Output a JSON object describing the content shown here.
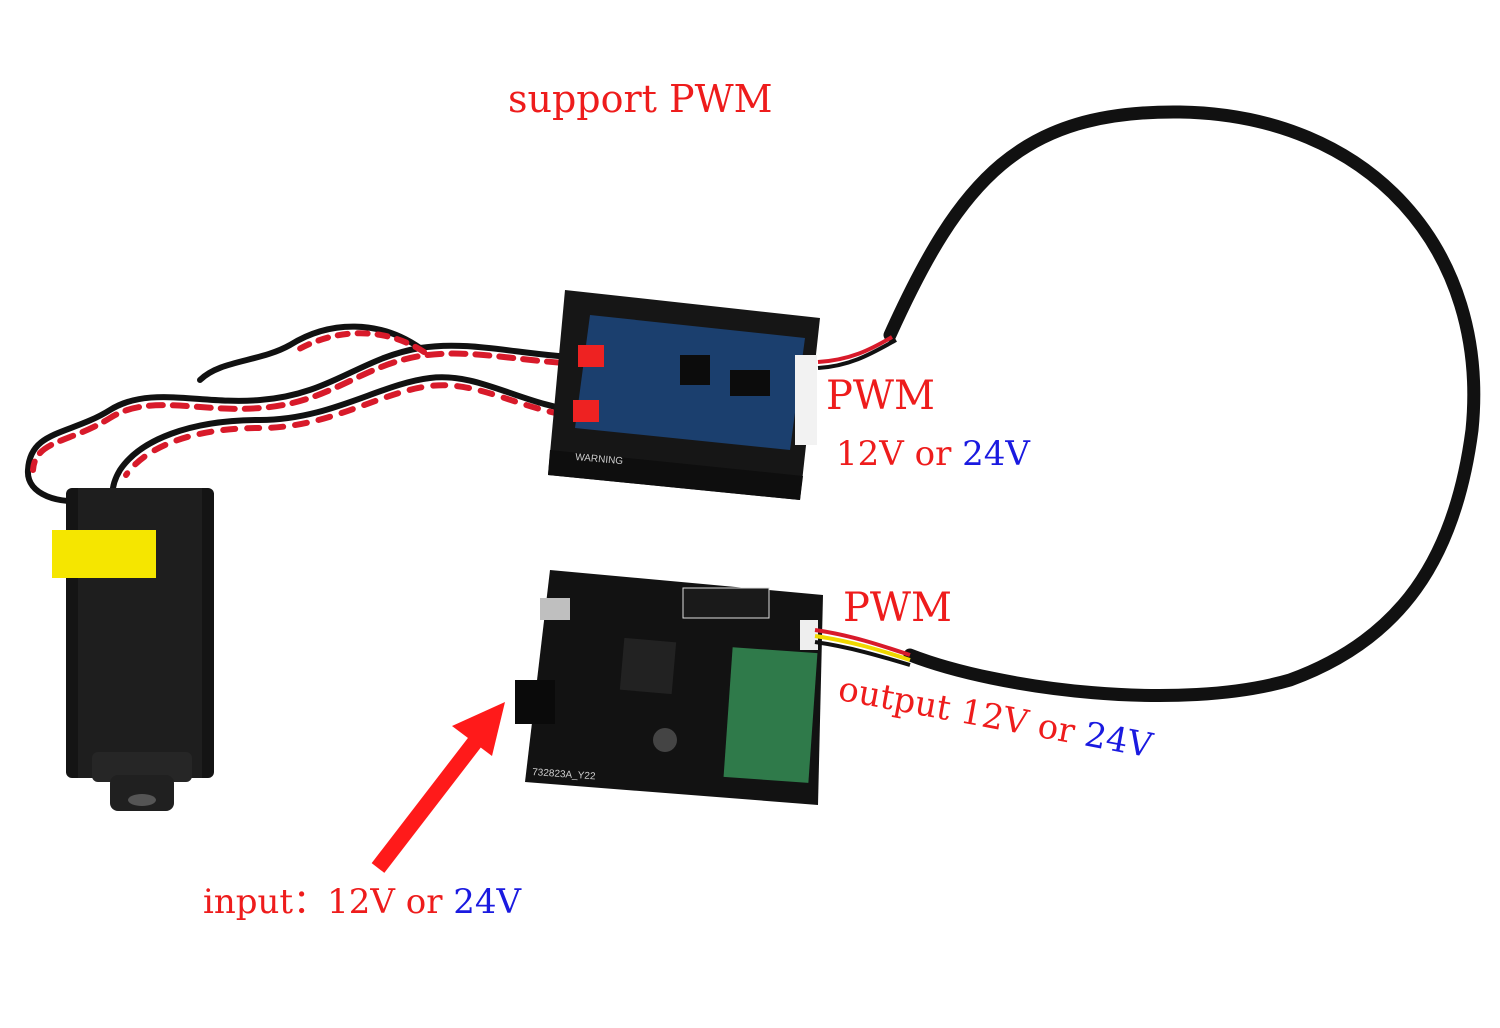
{
  "labels": {
    "support": "support PWM",
    "pwm_driver": "PWM",
    "driver_voltage": {
      "a": "12V or ",
      "b": "24V"
    },
    "pwm_board": "PWM",
    "output_voltage": {
      "a": "output 12V or ",
      "b": "24V"
    },
    "input_voltage": {
      "a": "input：12V or ",
      "b": "24V"
    }
  },
  "colors": {
    "red": "#ee1c1c",
    "blue": "#1a1ae0",
    "background": "#ffffff"
  },
  "device_text": {
    "driver_warning_title": "WARNING",
    "board_code": "732823A_Y22"
  }
}
